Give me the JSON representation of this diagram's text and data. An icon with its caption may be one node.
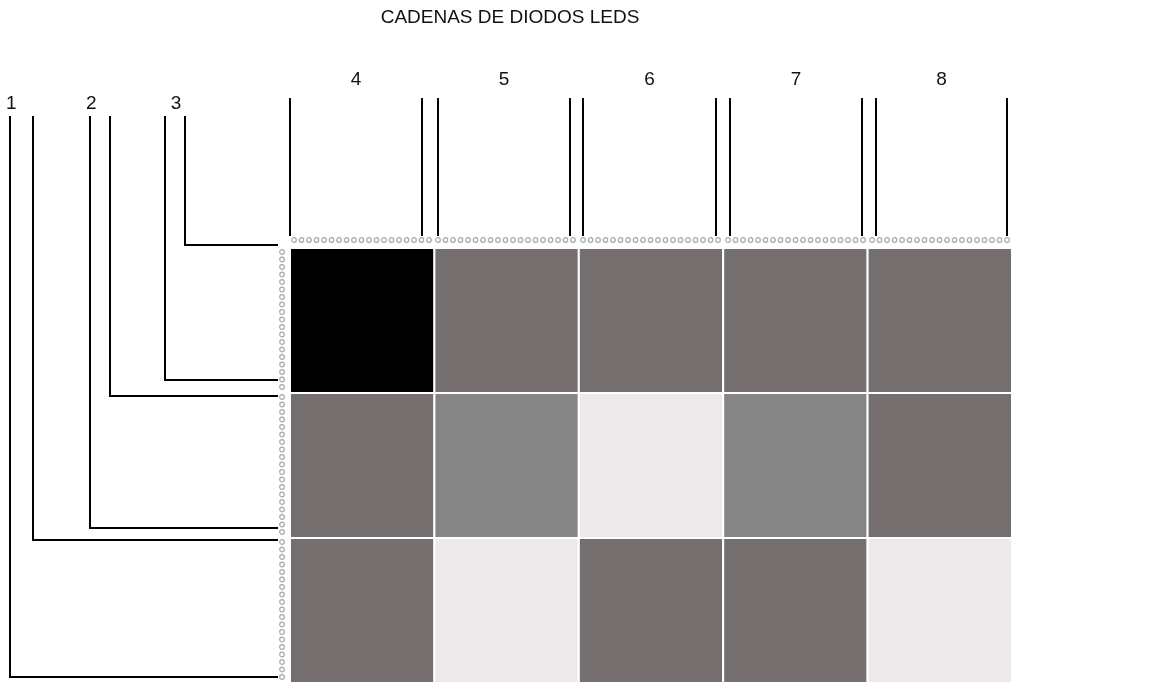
{
  "diagram": {
    "title": "CADENAS DE DIODOS LEDS",
    "nodes": [
      {
        "text": [
          "1"
        ]
      },
      {
        "text": [
          "2"
        ]
      },
      {
        "text": [
          "3"
        ]
      },
      {
        "text": [
          "4"
        ]
      },
      {
        "text": [
          "5"
        ]
      },
      {
        "text": [
          "6"
        ]
      },
      {
        "text": [
          "7"
        ]
      },
      {
        "text": [
          "8"
        ]
      },
      {
        "text": [],
        "shape": "bar"
      },
      {
        "text": [],
        "shape": "bar"
      },
      {
        "text": [],
        "shape": "bar"
      },
      {
        "text": [],
        "shape": "bar"
      },
      {
        "text": [],
        "shape": "bar"
      },
      {
        "text": [],
        "shape": "bar"
      },
      {
        "text": [],
        "shape": "bar"
      },
      {
        "text": [],
        "shape": "bar"
      }
    ],
    "edges": [
      {
        "from": 0,
        "to": 15,
        "arrow": "none"
      },
      {
        "from": 0,
        "to": 15,
        "arrow": "none"
      },
      {
        "from": 1,
        "to": 14,
        "arrow": "none"
      },
      {
        "from": 1,
        "to": 14,
        "arrow": "none"
      },
      {
        "from": 2,
        "to": 13,
        "arrow": "none"
      },
      {
        "from": 2,
        "to": 13,
        "arrow": "none"
      },
      {
        "from": 3,
        "to": 8,
        "arrow": "none"
      },
      {
        "from": 3,
        "to": 8,
        "arrow": "none"
      },
      {
        "from": 4,
        "to": 9,
        "arrow": "none"
      },
      {
        "from": 4,
        "to": 9,
        "arrow": "none"
      },
      {
        "from": 5,
        "to": 10,
        "arrow": "none"
      },
      {
        "from": 5,
        "to": 10,
        "arrow": "none"
      },
      {
        "from": 6,
        "to": 11,
        "arrow": "none"
      },
      {
        "from": 6,
        "to": 11,
        "arrow": "none"
      },
      {
        "from": 7,
        "to": 12,
        "arrow": "none"
      },
      {
        "from": 7,
        "to": 12,
        "arrow": "none"
      }
    ]
  }
}
